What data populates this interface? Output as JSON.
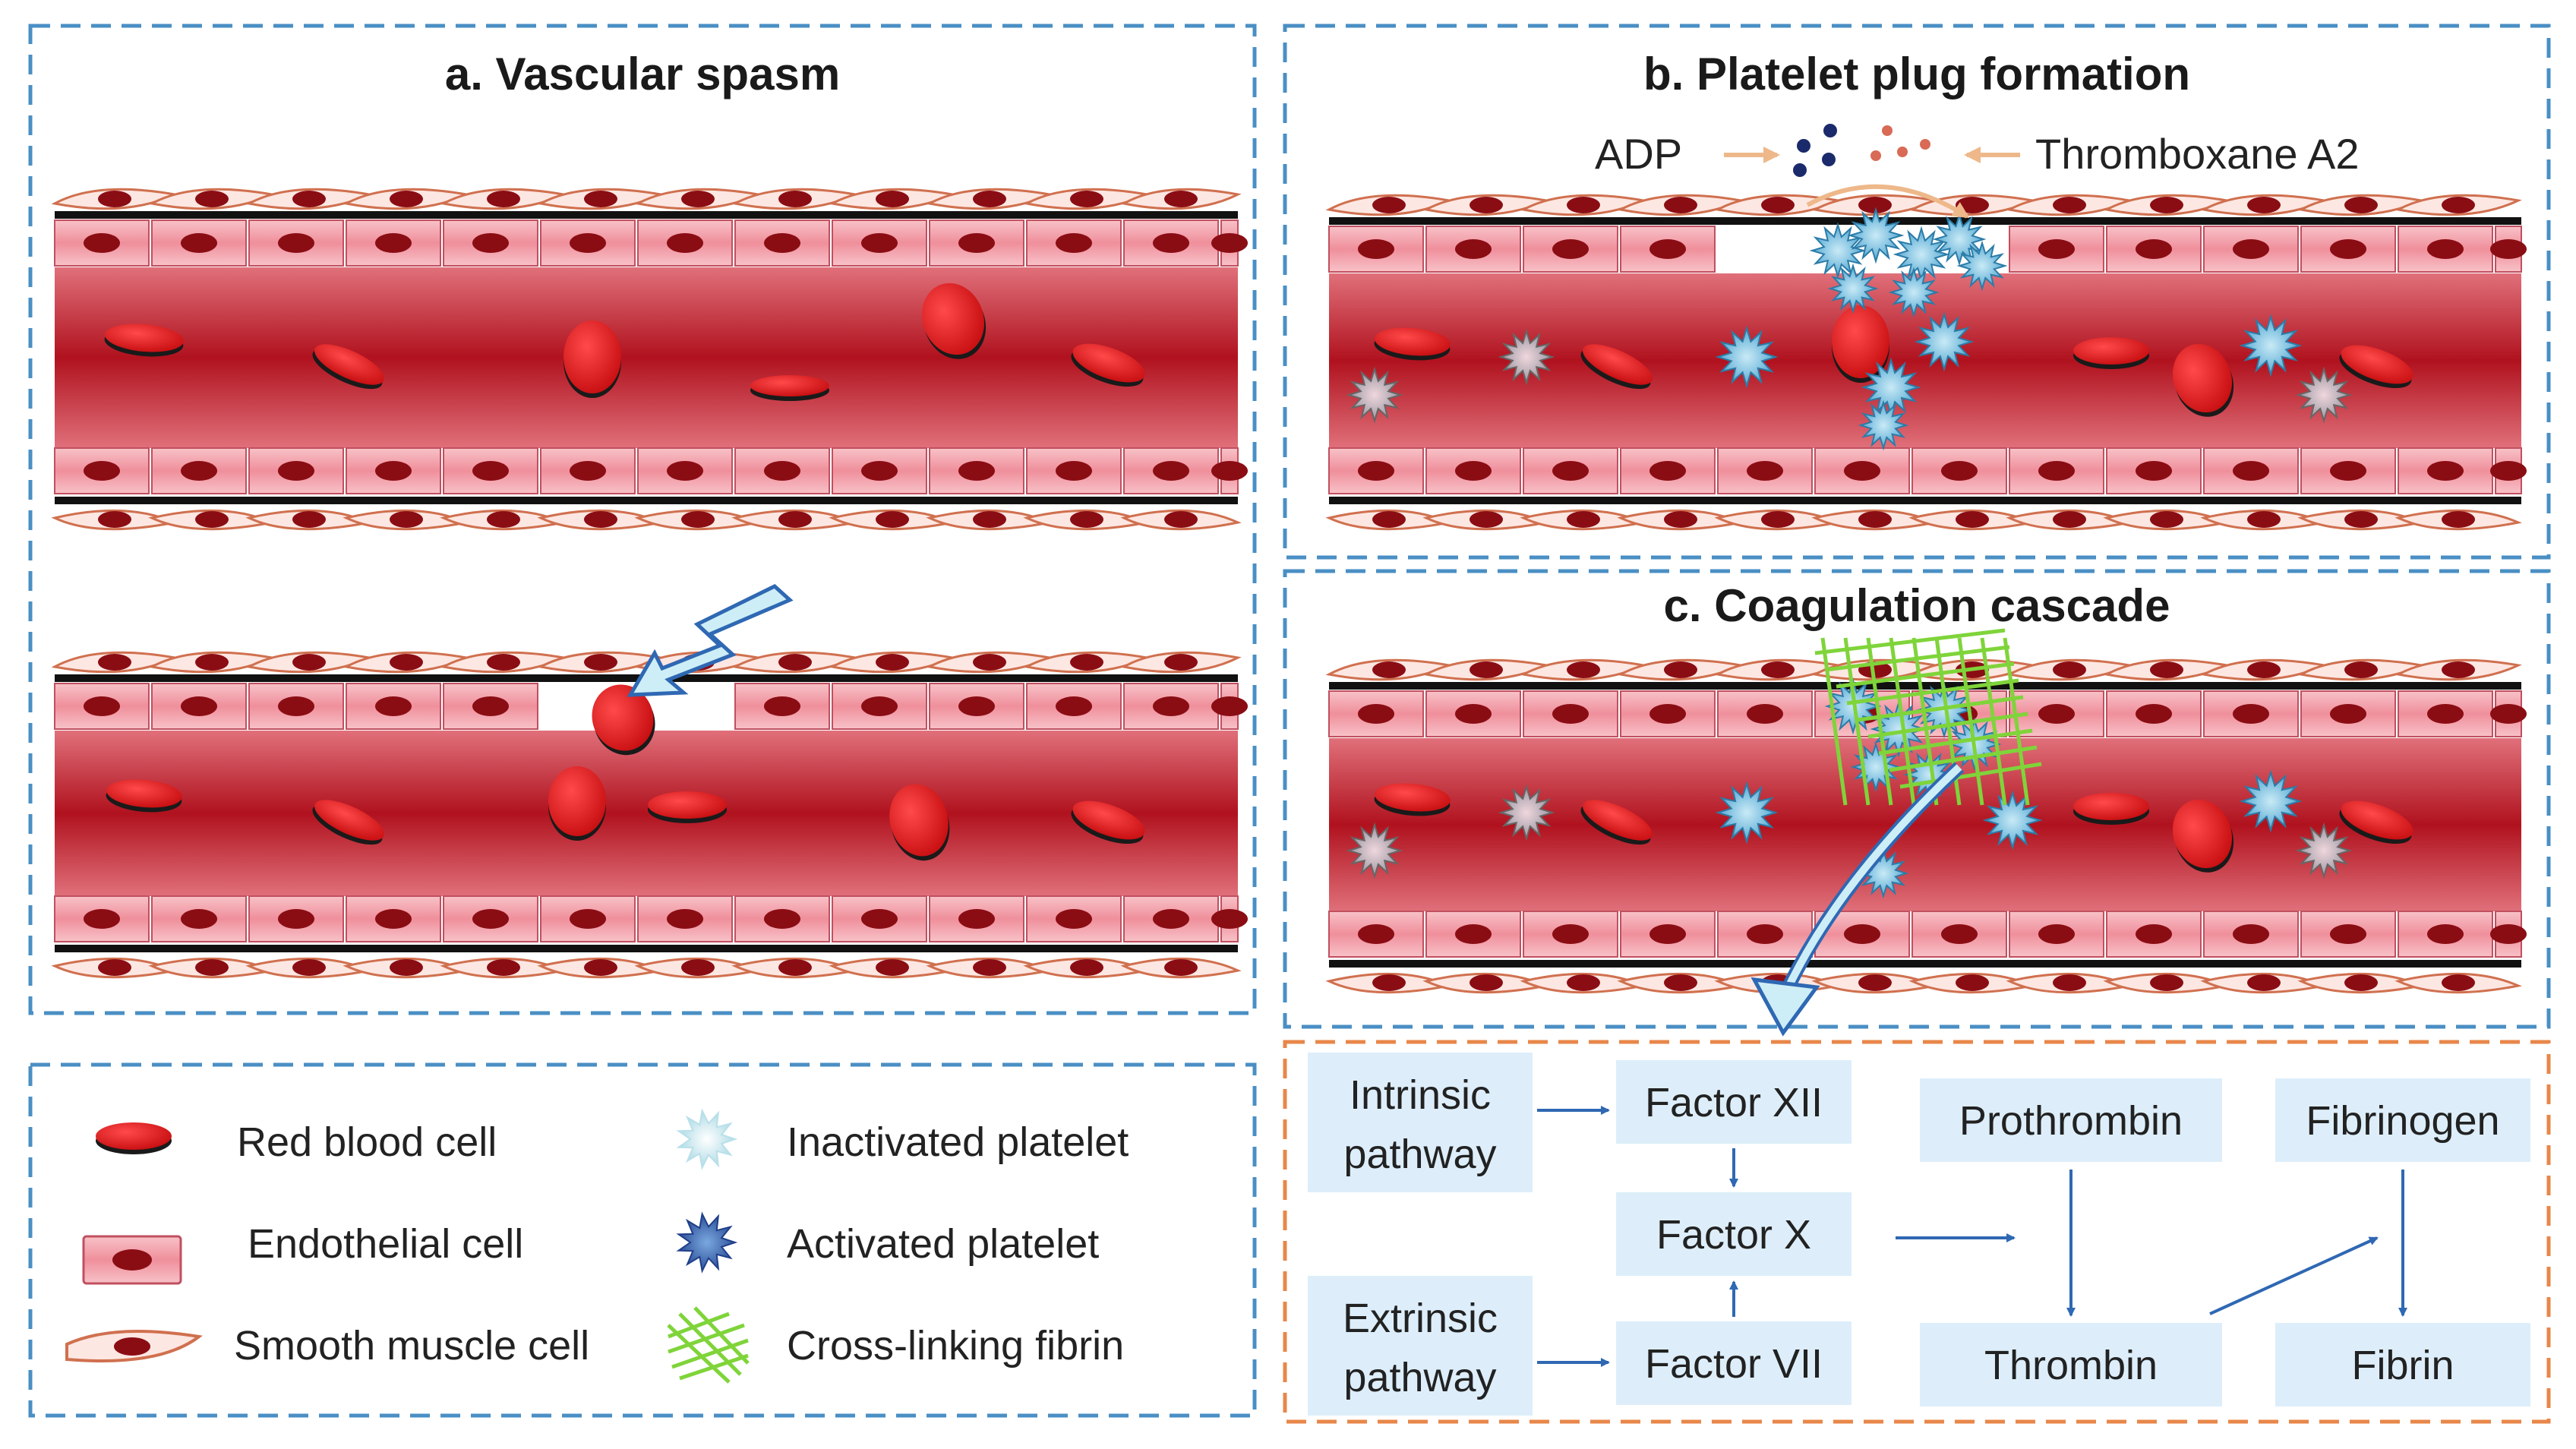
{
  "panels": {
    "a": {
      "title": "a. Vascular spasm"
    },
    "b": {
      "title": "b. Platelet plug formation",
      "left_signal": "ADP",
      "right_signal": "Thromboxane A2"
    },
    "c": {
      "title": "c. Coagulation cascade"
    }
  },
  "legend": {
    "items": [
      {
        "label": "Red blood cell",
        "icon": "red-blood-cell-icon"
      },
      {
        "label": "Endothelial cell",
        "icon": "endothelial-cell-icon"
      },
      {
        "label": "Smooth muscle cell",
        "icon": "smooth-muscle-cell-icon"
      },
      {
        "label": "Inactivated platelet",
        "icon": "inactivated-platelet-icon"
      },
      {
        "label": "Activated platelet",
        "icon": "activated-platelet-icon"
      },
      {
        "label": "Cross-linking fibrin",
        "icon": "fibrin-mesh-icon"
      }
    ]
  },
  "cascade": {
    "intrinsic_line1": "Intrinsic",
    "intrinsic_line2": "pathway",
    "extrinsic_line1": "Extrinsic",
    "extrinsic_line2": "pathway",
    "factor_xii": "Factor XII",
    "factor_x": "Factor X",
    "factor_vii": "Factor VII",
    "prothrombin": "Prothrombin",
    "thrombin": "Thrombin",
    "fibrinogen": "Fibrinogen",
    "fibrin": "Fibrin"
  },
  "colors": {
    "panel_border": "#4a8fc4",
    "cascade_border": "#e8874a",
    "vessel_red": "#c8202c",
    "endothelium_pink": "#f4a6b0",
    "nucleus": "#8b0d14",
    "platelet_blue": "#4aa6cf",
    "fibrin_green": "#7fd43a",
    "box_fill": "#ddeefa",
    "arrow_blue": "#2f68b3"
  }
}
